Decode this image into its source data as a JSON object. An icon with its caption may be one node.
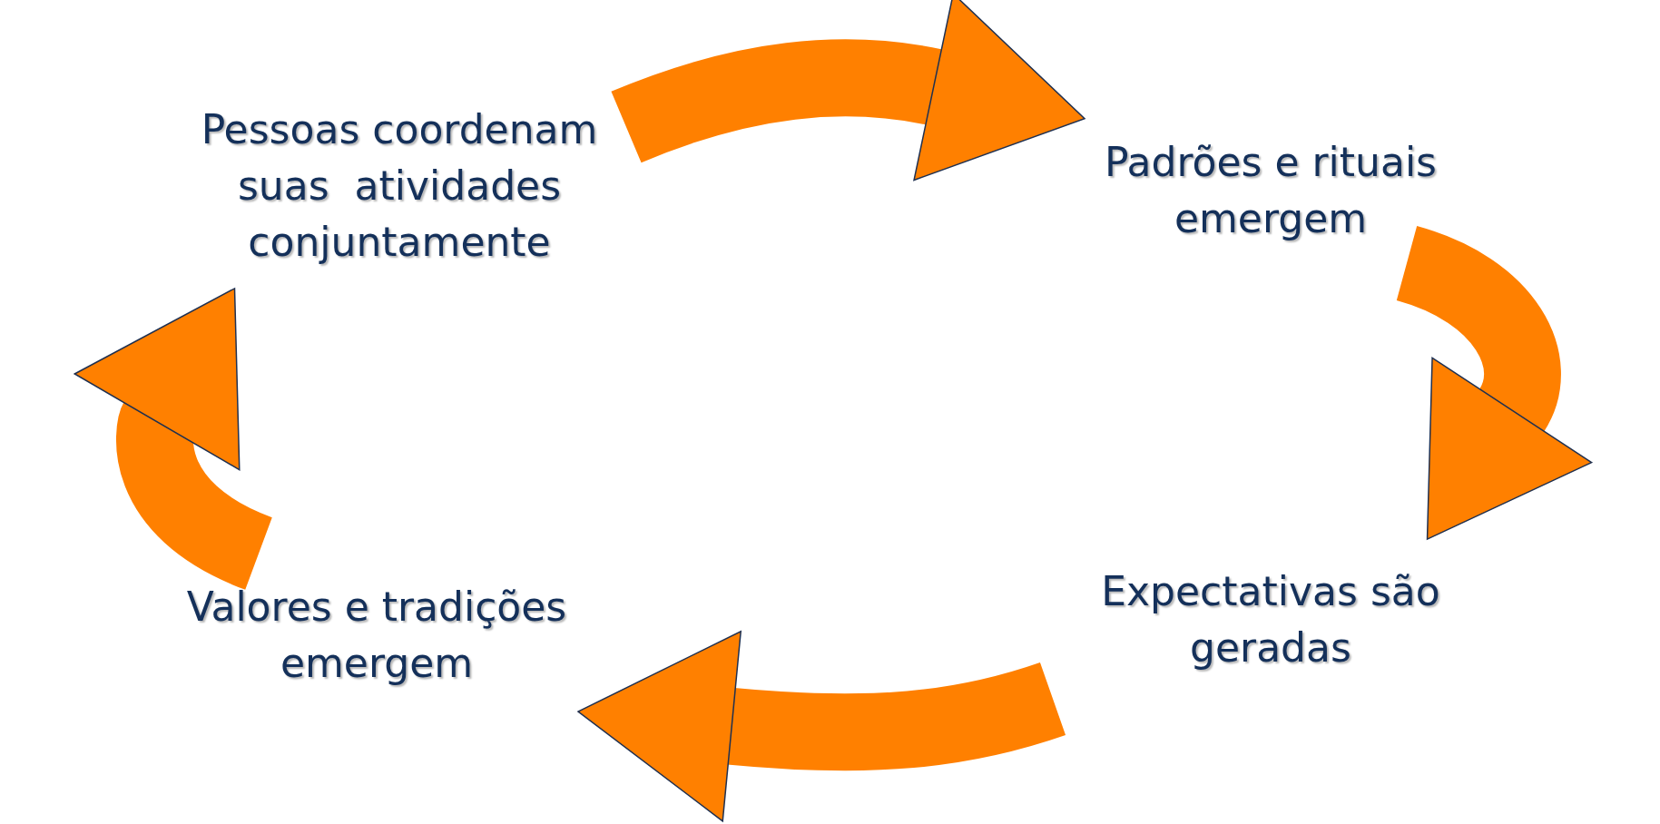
{
  "diagram": {
    "nodes": [
      {
        "text": [
          "Pessoas coordenam suas  atividades conjuntamente"
        ]
      },
      {
        "text": [
          "Padrões e rituais emergem"
        ]
      },
      {
        "text": [
          "Expectativas são geradas"
        ]
      },
      {
        "text": [
          "Valores e tradições emergem"
        ]
      }
    ],
    "edges": [
      {
        "from": 0,
        "to": 1,
        "arrow": "to"
      },
      {
        "from": 1,
        "to": 2,
        "arrow": "to"
      },
      {
        "from": 2,
        "to": 3,
        "arrow": "to"
      },
      {
        "from": 3,
        "to": 0,
        "arrow": "to"
      }
    ]
  }
}
